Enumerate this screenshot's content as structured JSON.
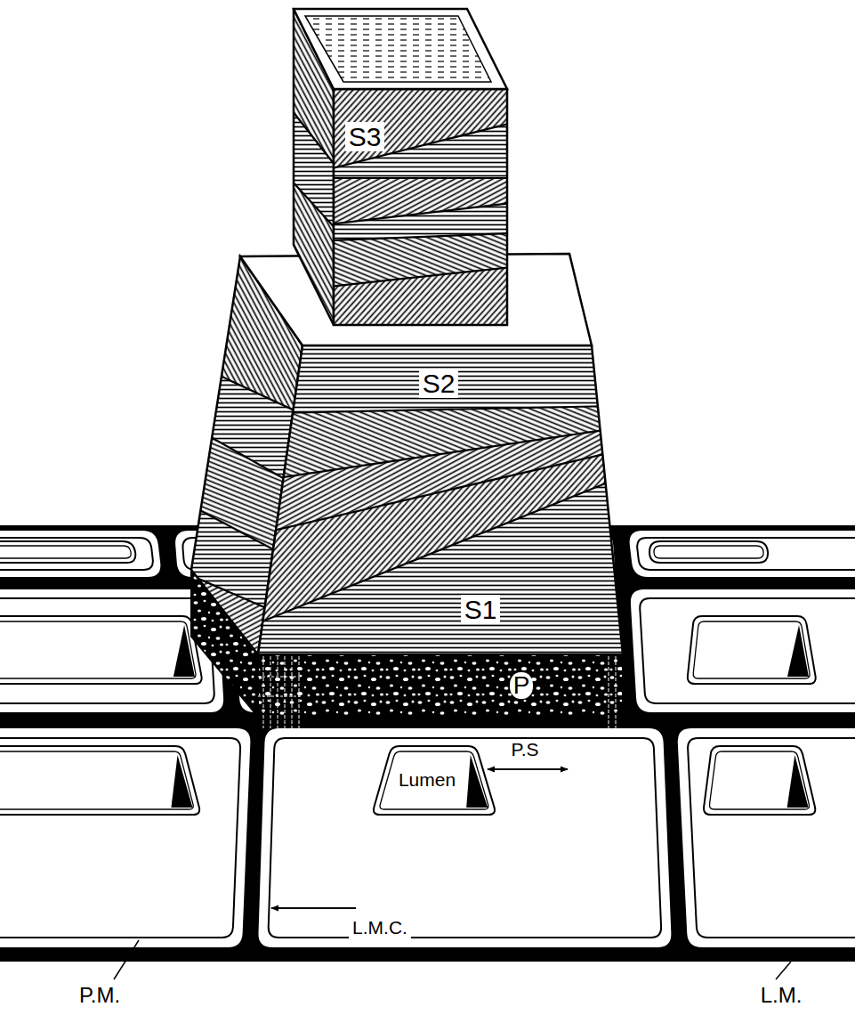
{
  "diagram": {
    "labels": [
      "S3",
      "S2",
      "S1",
      "P",
      "Lumen",
      "P.S",
      "L.M.C.",
      "P.M.",
      "L.M."
    ]
  }
}
